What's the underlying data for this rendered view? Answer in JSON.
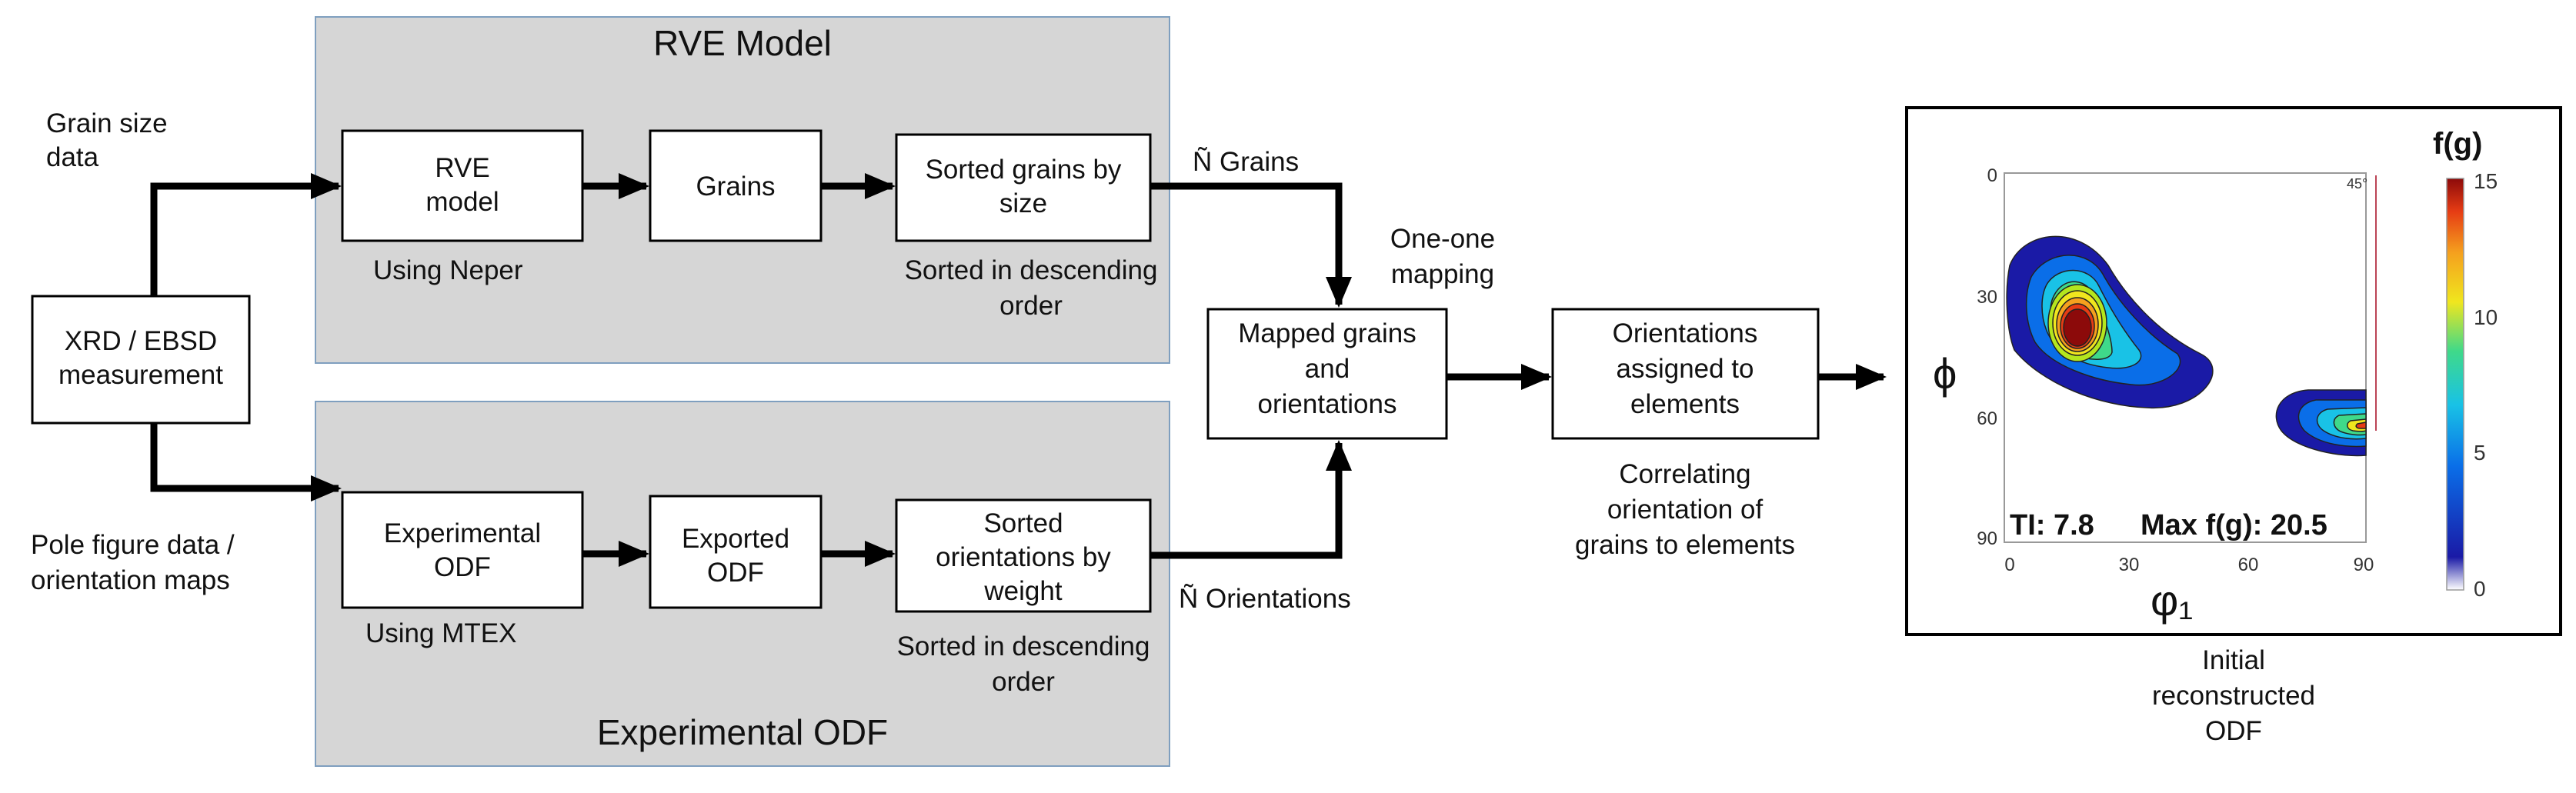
{
  "inputs": {
    "grain_size": [
      "Grain size",
      "data"
    ],
    "pole_figure": [
      "Pole figure data /",
      "orientation maps"
    ],
    "measurement": [
      "XRD / EBSD",
      "measurement"
    ]
  },
  "rve_panel": {
    "title": "RVE Model",
    "rve_model": [
      "RVE",
      "model"
    ],
    "rve_note": "Using Neper",
    "grains": "Grains",
    "sorted_grains": [
      "Sorted grains by",
      "size"
    ],
    "sorted_note": [
      "Sorted in descending",
      "order"
    ]
  },
  "odf_panel": {
    "title": "Experimental ODF",
    "exp_odf": [
      "Experimental",
      "ODF"
    ],
    "exp_note": "Using MTEX",
    "exported": [
      "Exported",
      "ODF"
    ],
    "sorted_orient": [
      "Sorted",
      "orientations by",
      "weight"
    ],
    "sorted_note": [
      "Sorted in descending",
      "order"
    ]
  },
  "flow": {
    "n_grains": "Ñ Grains",
    "n_orientations": "Ñ  Orientations",
    "mapping": [
      "One-one",
      "mapping"
    ],
    "mapped": [
      "Mapped grains",
      "and",
      "orientations"
    ],
    "assigned": [
      "Orientations",
      "assigned to",
      "elements"
    ],
    "correlating": [
      "Correlating",
      "orientation of",
      "grains to elements"
    ]
  },
  "odf_plot": {
    "ylabel": "ϕ",
    "xlabel": "φ₁",
    "yticks": [
      "0",
      "30",
      "60",
      "90"
    ],
    "xticks": [
      "0",
      "30",
      "60",
      "90"
    ],
    "corner_label": "45°",
    "ti": "TI: 7.8",
    "maxfg": "Max f(g): 20.5",
    "colorbar_title": "f(g)",
    "colorbar_ticks": [
      "15",
      "10",
      "5",
      "0"
    ],
    "caption": [
      "Initial",
      "reconstructed",
      "ODF"
    ],
    "colormap": [
      "#ffffff",
      "#1a1aa6",
      "#0a6ee8",
      "#19c2e6",
      "#3fd98a",
      "#b4e61e",
      "#f0e61e",
      "#f5a01e",
      "#e63c14",
      "#8c0a0a"
    ]
  }
}
